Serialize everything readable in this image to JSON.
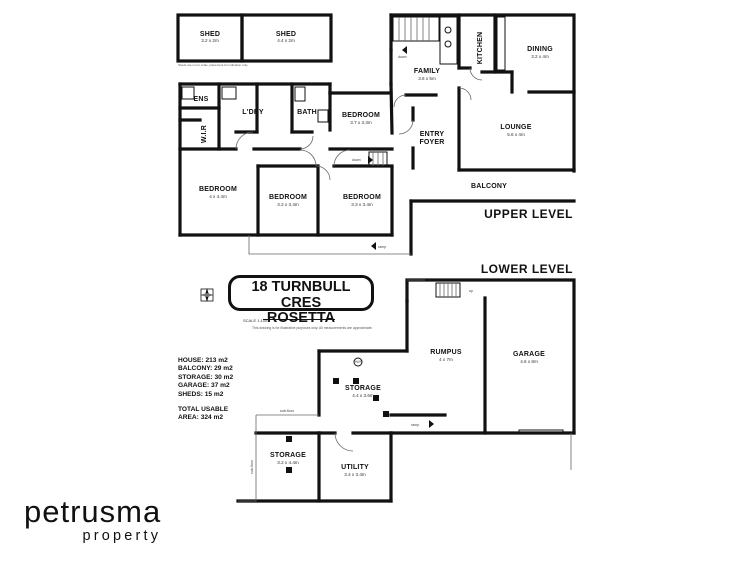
{
  "levels": {
    "upper": "UPPER LEVEL",
    "lower": "LOWER LEVEL"
  },
  "title": {
    "line1": "18 TURNBULL CRES",
    "line2": "ROSETTA"
  },
  "scale": {
    "label": "SCALE 1:100",
    "note": "This drawing is for illustrative purposes only. All measurements are approximate."
  },
  "shed_note": "Sheds are not to scale, placement for indication only.",
  "upper_rooms": {
    "shed1": {
      "name": "SHED",
      "size": "3.2 x 2m"
    },
    "shed2": {
      "name": "SHED",
      "size": "4.4 x 2m"
    },
    "family": {
      "name": "FAMILY",
      "size": "3.6 x 5m"
    },
    "kitchen": {
      "name": "KITCHEN"
    },
    "dining": {
      "name": "DINING",
      "size": "3.2 x 4m"
    },
    "ens": {
      "name": "ENS"
    },
    "ldry": {
      "name": "L'DRY"
    },
    "bath": {
      "name": "BATH"
    },
    "bedroom_top": {
      "name": "BEDROOM",
      "size": "3.7 x 3.3m"
    },
    "entry": {
      "name": "ENTRY"
    },
    "foyer": {
      "name": "FOYER"
    },
    "lounge": {
      "name": "LOUNGE",
      "size": "5.6 x 4m"
    },
    "wir": {
      "name": "W.I.R"
    },
    "bedroom_main": {
      "name": "BEDROOM",
      "size": "4 x 4.4m"
    },
    "bedroom_mid": {
      "name": "BEDROOM",
      "size": "3.2 x 3.4m"
    },
    "bedroom_right": {
      "name": "BEDROOM",
      "size": "3.3 x 3.4m"
    },
    "balcony": {
      "name": "BALCONY"
    }
  },
  "lower_rooms": {
    "rumpus": {
      "name": "RUMPUS",
      "size": "4 x 7m"
    },
    "garage": {
      "name": "GARAGE",
      "size": "4.6 x 8m"
    },
    "storage1": {
      "name": "STORAGE",
      "size": "4.4 x 3.6m"
    },
    "storage2": {
      "name": "STORAGE",
      "size": "3.2 x 4.4m"
    },
    "utility": {
      "name": "UTILITY",
      "size": "3.4 x 3.4m"
    }
  },
  "annotations": {
    "down": "down",
    "down2": "down",
    "ramp_upper": "ramp",
    "ramp_lower": "ramp",
    "up": "up",
    "subfloor_h": "sub-floor",
    "subfloor_v": "sub-floor",
    "hws": "HWS"
  },
  "stats": {
    "house": "HOUSE: 213 m2",
    "balcony": "BALCONY: 29 m2",
    "storage": "STORAGE: 30 m2",
    "garage": "GARAGE: 37 m2",
    "sheds": "SHEDS: 15 m2",
    "usable_label": "TOTAL USABLE",
    "usable_area": "AREA: 324 m2"
  },
  "brand": {
    "name": "petrusma",
    "sub": "property"
  },
  "icons": {
    "compass": "compass-icon"
  }
}
